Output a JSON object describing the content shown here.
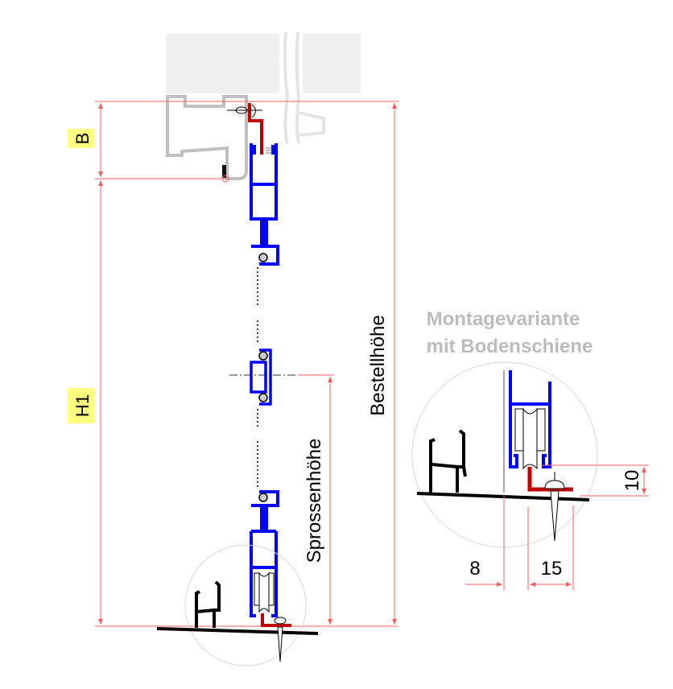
{
  "labels": {
    "b": "B",
    "h1": "H1",
    "order_height": "Bestellhöhe",
    "bar_height": "Sprossenhöhe",
    "variant_title_1": "Montagevariante",
    "variant_title_2": "mit Bodenschiene",
    "dim_10": "10",
    "dim_8": "8",
    "dim_15": "15"
  },
  "colors": {
    "dimension": "#f06060",
    "profile": "#0000ff",
    "bracket": "#c00000",
    "frame": "#c0c0c0",
    "highlight": "#ffff80"
  }
}
